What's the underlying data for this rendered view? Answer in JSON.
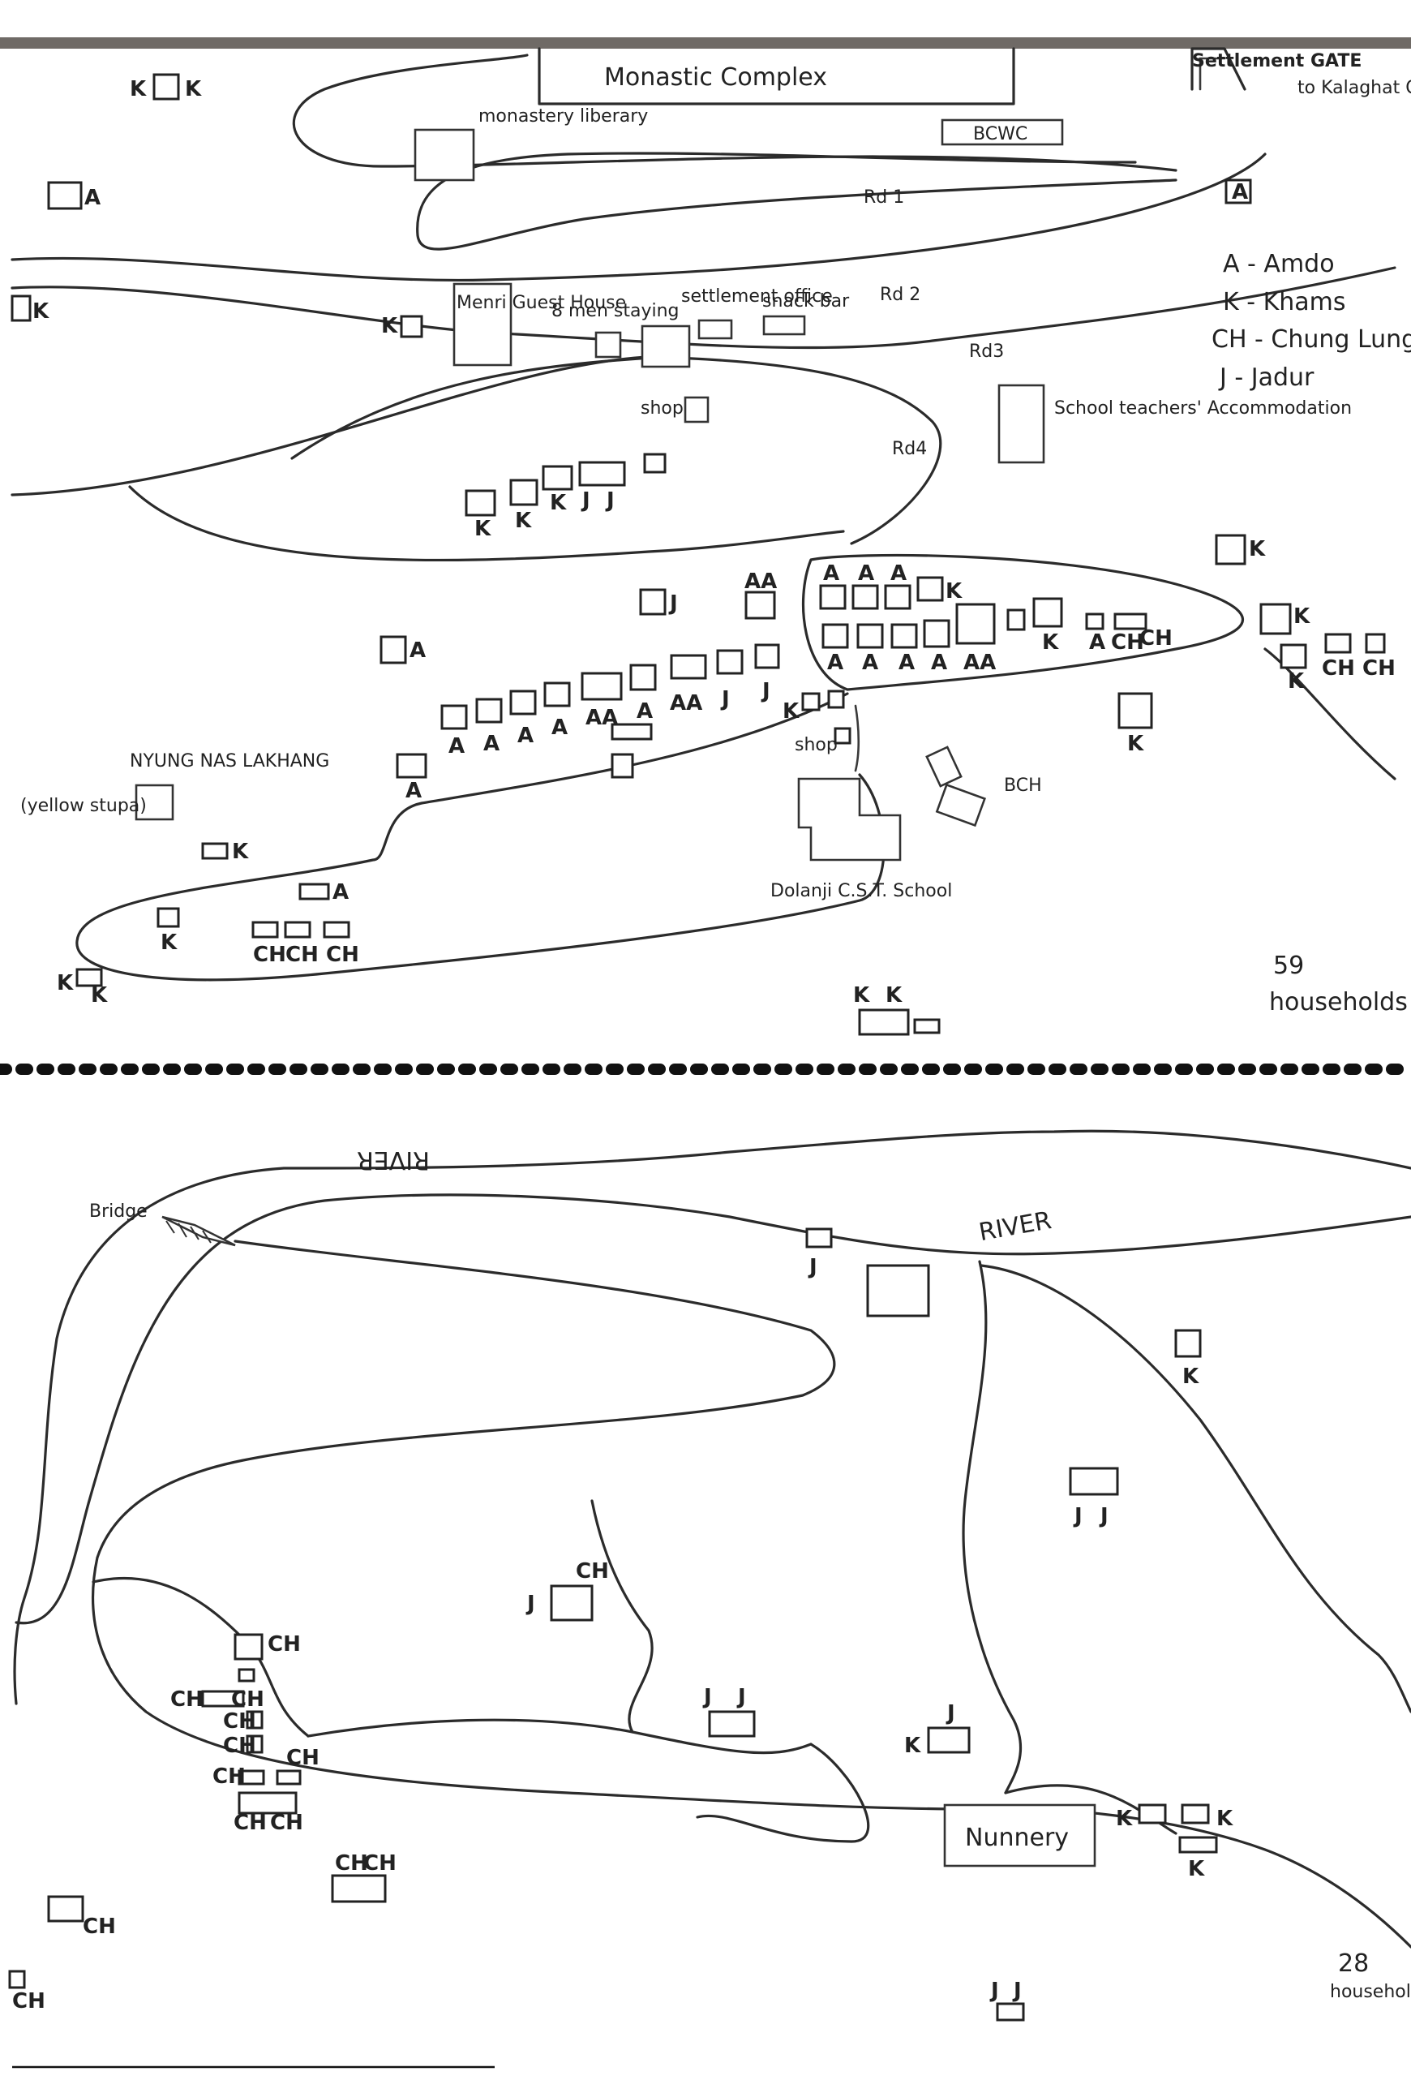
{
  "top_map": {
    "places": {
      "monastic_complex": "Monastic Complex",
      "monastery_library": "monastery liberary",
      "bcwc": "BCWC",
      "settlement_gate": "Settlement GATE",
      "gate_destination": "to Kalaghat Oachghat Solan",
      "menri_guest_house": "Menri Guest House",
      "eight_men_staying": "8 men staying",
      "settlement_office": "settlement office",
      "school_teachers": "School teachers' Accommodation",
      "nyung_nas_lakhang": "NYUNG NAS LAKHANG",
      "yellow_stupa": "(yellow stupa)",
      "bch": "BCH",
      "school": "Dolanji C.S.T. School",
      "snack_bar": "snack bar",
      "shop": "shop"
    },
    "roads": [
      "Rd 1",
      "Rd 2",
      "Rd3",
      "Rd4"
    ],
    "legend": [
      "A - Amdo",
      "K - Khams",
      "CH - Chung Lung",
      "J - Jadur"
    ],
    "household_total": "59",
    "household_word": "households"
  },
  "bottom_map": {
    "river_label": "RIVER",
    "river_label_mirrored": "RIVER",
    "bridge": "Bridge",
    "nunnery": "Nunnery",
    "household_total": "28",
    "household_word": "household"
  },
  "colors": {
    "pencil": "#2b2b2b",
    "paper": "#ffffff",
    "binding": "#111111"
  }
}
